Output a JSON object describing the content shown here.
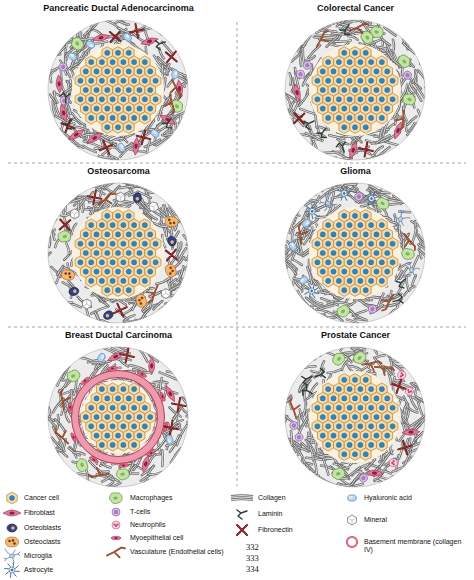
{
  "diagram": {
    "nodes": [
      {
        "text": [
          "Pancreatic Ductal Adenocarcinoma"
        ]
      },
      {
        "text": [
          "Colorectal Cancer"
        ]
      },
      {
        "text": [
          "Osteosarcoma"
        ]
      },
      {
        "text": [
          "Glioma"
        ]
      },
      {
        "text": [
          "Breast Ductal Carcinoma"
        ]
      },
      {
        "text": [
          "Prostate Cancer"
        ]
      }
    ],
    "labels": [
      "332",
      "333",
      "334"
    ],
    "legend": [
      {
        "text": "Cancer cell"
      },
      {
        "text": "Fibroblast"
      },
      {
        "text": "Osteoblasts"
      },
      {
        "text": "Osteoclasts"
      },
      {
        "text": "Microglia"
      },
      {
        "text": "Astrocyte"
      },
      {
        "text": "Macrophages"
      },
      {
        "text": "T-cells"
      },
      {
        "text": "Neutrophils"
      },
      {
        "text": "Myoepithelial cell"
      },
      {
        "text": "Vasculature (Endothelial cells)"
      },
      {
        "text": "Collagen"
      },
      {
        "text": "Laminin"
      },
      {
        "text": "Fibronectin"
      },
      {
        "text": "Hyaluronic acid"
      },
      {
        "text": "Mineral"
      },
      {
        "text": "Basement membrane (collagen IV)"
      }
    ]
  }
}
